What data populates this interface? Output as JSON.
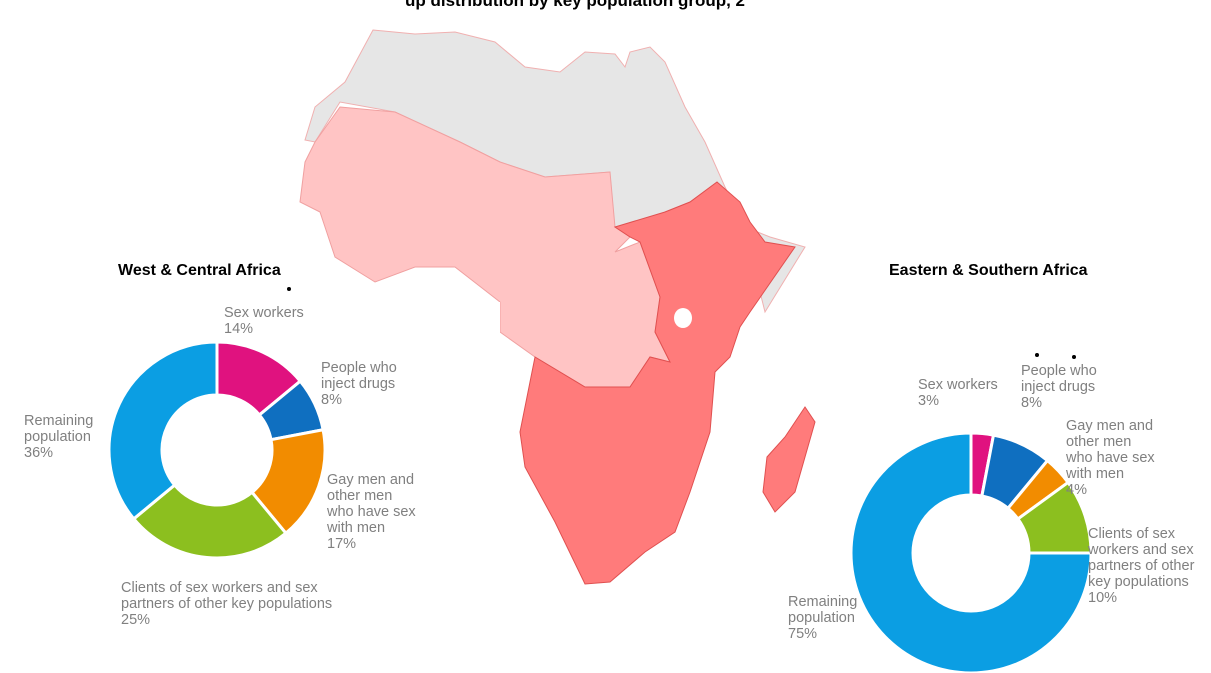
{
  "page_title_partial": "up distribution by key population group, 2",
  "colors": {
    "north_africa": "#e6e6e6",
    "west_central_africa": "#ffc4c4",
    "eastern_southern_africa": "#ff7b7b",
    "sex_workers": "#e0127f",
    "people_who_inject_drugs": "#0f6fc0",
    "gay_men_msm": "#f28c00",
    "clients_partners": "#8cbf1f",
    "remaining_population": "#0b9ee3"
  },
  "chart_data": [
    {
      "type": "pie",
      "donut": true,
      "title": "West & Central Africa",
      "slices": [
        {
          "label_lines": [
            "Sex workers"
          ],
          "pct_label": "14%",
          "value": 14,
          "color_key": "sex_workers"
        },
        {
          "label_lines": [
            "People who",
            "inject drugs"
          ],
          "pct_label": "8%",
          "value": 8,
          "color_key": "people_who_inject_drugs"
        },
        {
          "label_lines": [
            "Gay men and",
            "other men",
            "who have sex",
            "with men"
          ],
          "pct_label": "17%",
          "value": 17,
          "color_key": "gay_men_msm"
        },
        {
          "label_lines": [
            "Clients of sex workers and sex",
            "partners of other key populations"
          ],
          "pct_label": "25%",
          "value": 25,
          "color_key": "clients_partners"
        },
        {
          "label_lines": [
            "Remaining",
            "population"
          ],
          "pct_label": "36%",
          "value": 36,
          "color_key": "remaining_population"
        }
      ]
    },
    {
      "type": "pie",
      "donut": true,
      "title": "Eastern & Southern Africa",
      "slices": [
        {
          "label_lines": [
            "Sex workers"
          ],
          "pct_label": "3%",
          "value": 3,
          "color_key": "sex_workers"
        },
        {
          "label_lines": [
            "People who",
            "inject drugs"
          ],
          "pct_label": "8%",
          "value": 8,
          "color_key": "people_who_inject_drugs"
        },
        {
          "label_lines": [
            "Gay men and",
            "other men",
            "who have sex",
            "with men"
          ],
          "pct_label": "4%",
          "value": 4,
          "color_key": "gay_men_msm"
        },
        {
          "label_lines": [
            "Clients of sex",
            "workers and sex",
            "partners of other",
            "key populations"
          ],
          "pct_label": "10%",
          "value": 10,
          "color_key": "clients_partners"
        },
        {
          "label_lines": [
            "Remaining",
            "population"
          ],
          "pct_label": "75%",
          "value": 75,
          "color_key": "remaining_population"
        }
      ]
    }
  ]
}
